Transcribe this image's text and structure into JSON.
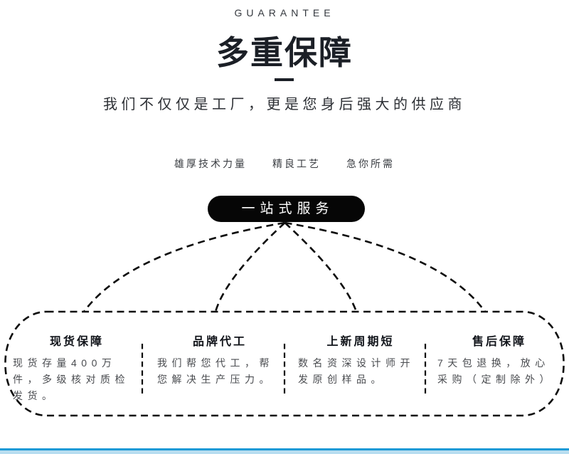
{
  "header": {
    "eyebrow": "GUARANTEE",
    "title": "多重保障",
    "subtitle": "我们不仅仅是工厂，更是您身后强大的供应商",
    "features": [
      "雄厚技术力量",
      "精良工艺",
      "急你所需"
    ]
  },
  "pill": {
    "label": "一站式服务"
  },
  "columns": [
    {
      "title": "现货保障",
      "body": "现货存量400万\n件，多级核对质检\n发货。"
    },
    {
      "title": "品牌代工",
      "body": "我们帮您代工，帮\n您解决生产压力。"
    },
    {
      "title": "上新周期短",
      "body": "数名资深设计师开\n发原创样品。"
    },
    {
      "title": "售后保障",
      "body": "7天包退换，放心\n采购（定制除外）"
    }
  ],
  "colors": {
    "ink": "#1b1f26",
    "pill_background": "#060606",
    "dash_stroke": "#0c0c0c",
    "accent_line": "#1e9ad6",
    "accent_strip": "#b8ddf0"
  }
}
